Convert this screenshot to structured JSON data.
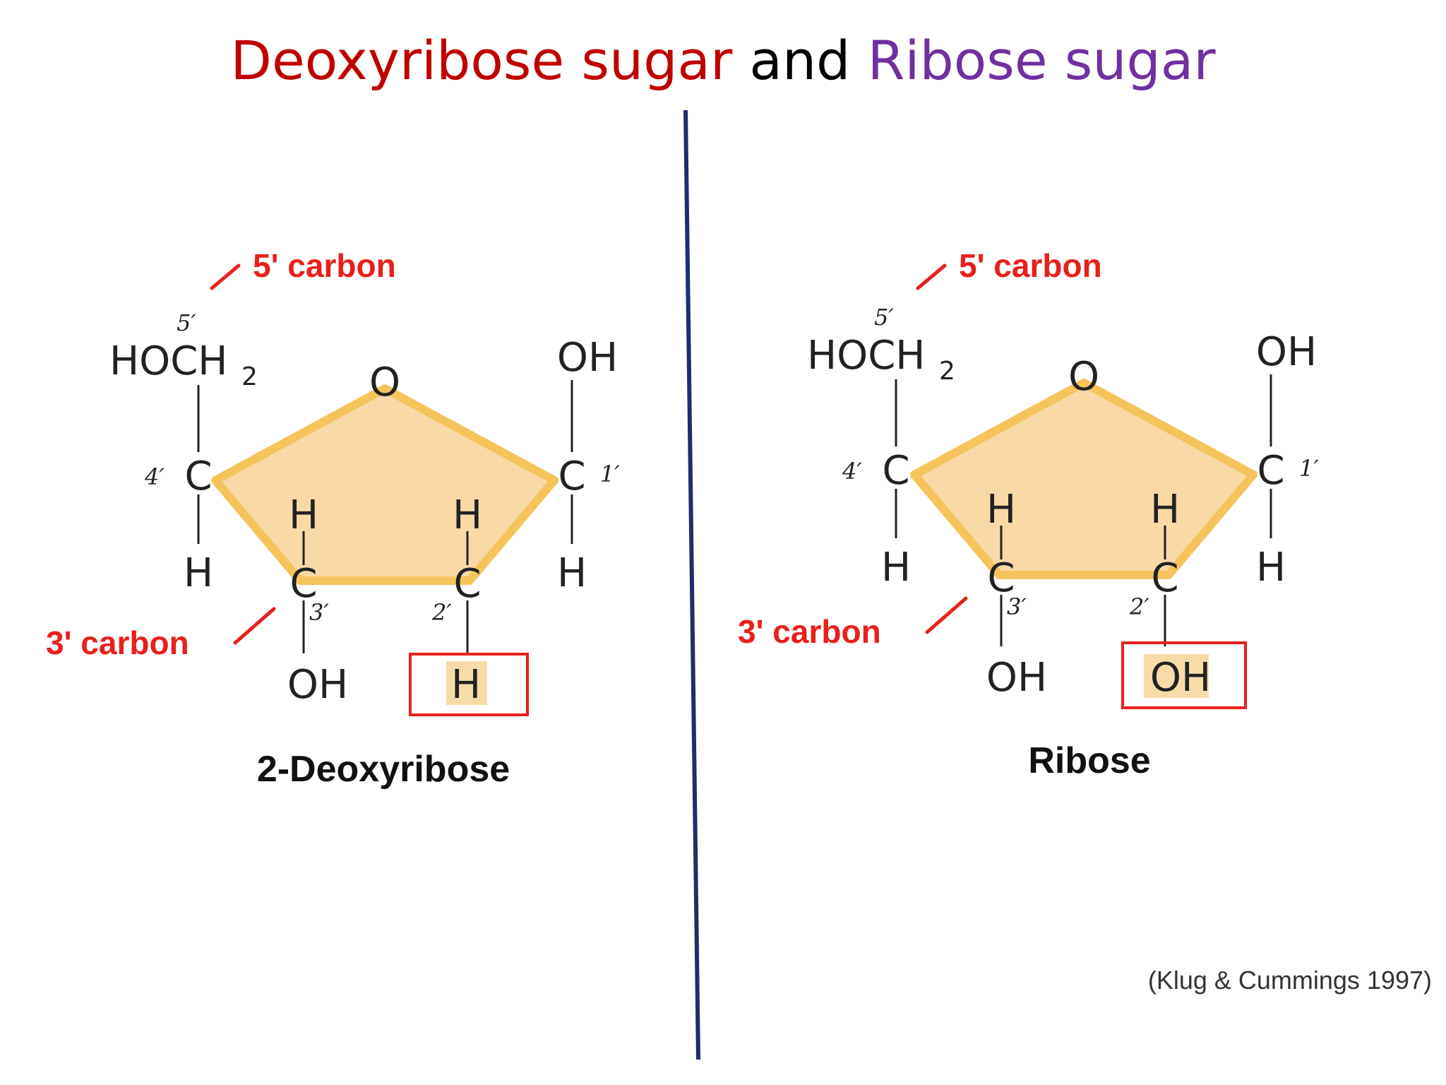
{
  "title": {
    "part1": "Deoxyribose sugar",
    "part2": " and ",
    "part3": "Ribose sugar",
    "colors": {
      "part1": "#c00000",
      "part2": "#000000",
      "part3": "#7030a0"
    }
  },
  "deoxyribose": {
    "callout_5": "5' carbon",
    "callout_3": "3' carbon",
    "pos5": "5′",
    "group_ch2": "HOCH",
    "group_ch2_sub": "2",
    "ring_o": "O",
    "oh_c1": "OH",
    "c4": "C",
    "pos4": "4′",
    "c1": "C",
    "pos1": "1′",
    "h_c3_top": "H",
    "h_c2_top": "H",
    "h_c4": "H",
    "c3": "C",
    "pos3": "3′",
    "c2": "C",
    "pos2": "2′",
    "h_c1": "H",
    "oh_c3": "OH",
    "h_c2_boxed": "H",
    "name": "2-Deoxyribose"
  },
  "ribose": {
    "callout_5": "5' carbon",
    "callout_3": "3' carbon",
    "pos5": "5′",
    "group_ch2": "HOCH",
    "group_ch2_sub": "2",
    "ring_o": "O",
    "oh_c1": "OH",
    "c4": "C",
    "pos4": "4′",
    "c1": "C",
    "pos1": "1′",
    "h_c3_top": "H",
    "h_c2_top": "H",
    "h_c4": "H",
    "c3": "C",
    "pos3": "3′",
    "c2": "C",
    "pos2": "2′",
    "h_c1": "H",
    "oh_c3": "OH",
    "oh_c2_boxed": "OH",
    "name": "Ribose"
  },
  "citation": "(Klug & Cummings 1997)",
  "colors": {
    "ring_fill": "#f9d9a6",
    "ring_edge": "#f5c45c",
    "callout": "#e8201c",
    "divider": "#1f2d6b"
  }
}
